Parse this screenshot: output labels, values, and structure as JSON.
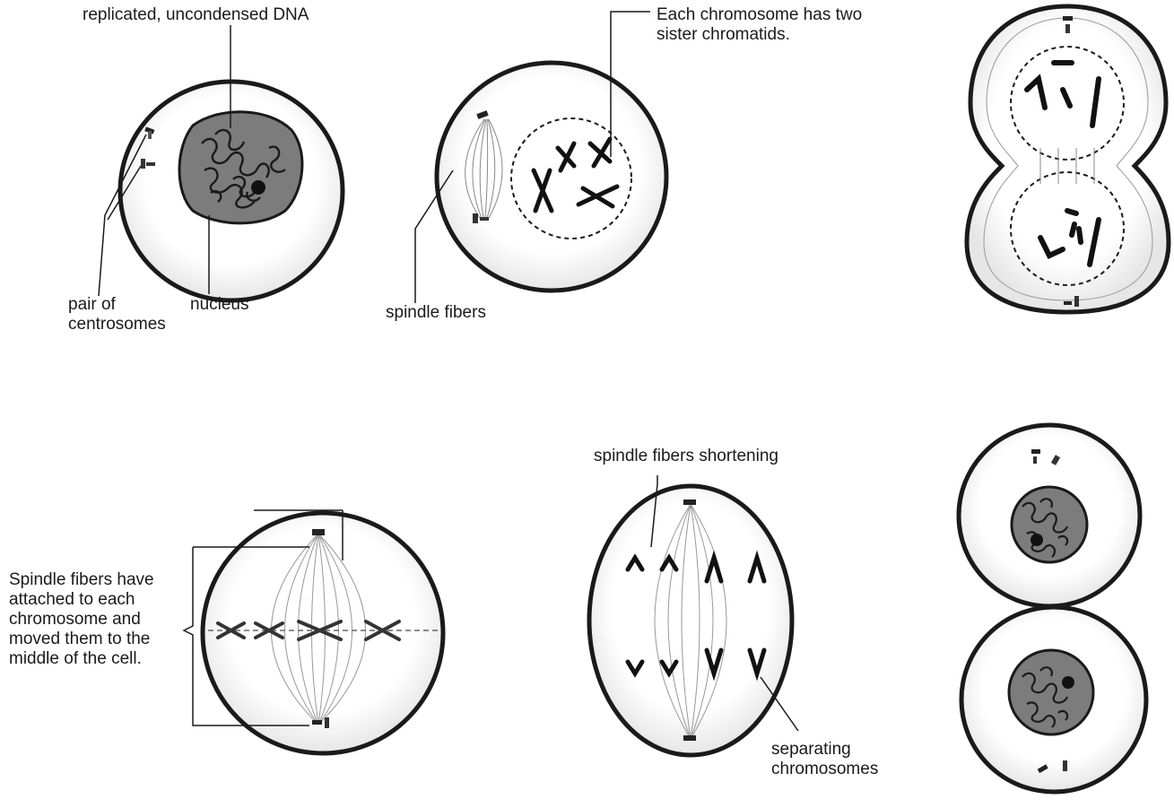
{
  "labels": {
    "replicated_dna": "replicated, uncondensed DNA",
    "nucleus": "nucleus",
    "centrosomes": "pair of\ncentrosomes",
    "sister_chromatids": "Each chromosome has two\nsister chromatids.",
    "spindle_fibers": "spindle fibers",
    "fibers_attached": "Spindle fibers have\nattached to each\nchromosome and\nmoved them to the\nmiddle of the cell.",
    "fibers_shortening": "spindle fibers shortening",
    "separating": "separating\nchromosomes"
  },
  "colors": {
    "ink": "#1a1a1a",
    "cell_fill": "#fbfbfb",
    "nucleus_fill": "#7c7c7c",
    "chromatin": "#2a2a2a",
    "fiber": "#888888"
  }
}
